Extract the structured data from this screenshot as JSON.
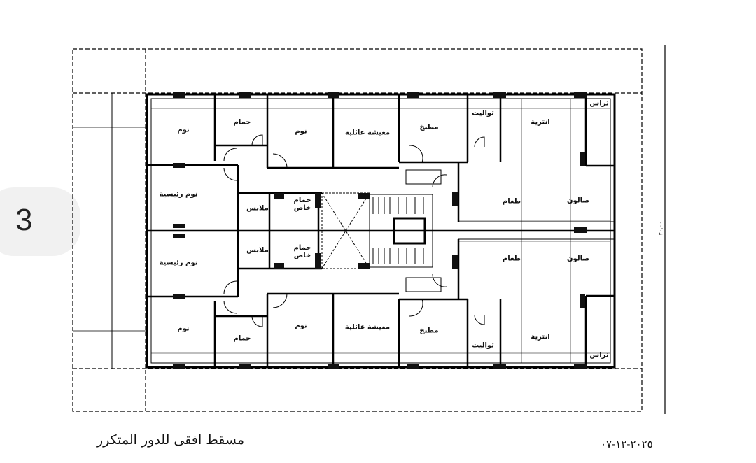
{
  "badge": {
    "number": "3"
  },
  "drawing": {
    "title": "مسقط افقى للدور المتكرر",
    "date": "٢٠٢٥-١٢-٠٧",
    "overall_dimension": "٢٠.٠٠",
    "line_color": "#000000"
  },
  "rooms_top": {
    "bedroom1": "نوم",
    "bath": "حمام",
    "bedroom2": "نوم",
    "family_living": "معيشة عائلية",
    "kitchen": "مطبخ",
    "toilet": "تواليت",
    "reception": "انترية",
    "terrace": "تراس",
    "master_bedroom": "نوم رئيسية",
    "dressing": "ملابس",
    "private_bath": "حمام خاص",
    "dining": "طعام",
    "salon": "صالون"
  },
  "rooms_bottom": {
    "bedroom1": "نوم",
    "bath": "حمام",
    "bedroom2": "نوم",
    "family_living": "معيشة عائلية",
    "kitchen": "مطبخ",
    "toilet": "تواليت",
    "reception": "انترية",
    "terrace": "تراس",
    "master_bedroom": "نوم رئيسية",
    "dressing": "ملابس",
    "private_bath": "حمام خاص",
    "dining": "طعام",
    "salon": "صالون"
  }
}
